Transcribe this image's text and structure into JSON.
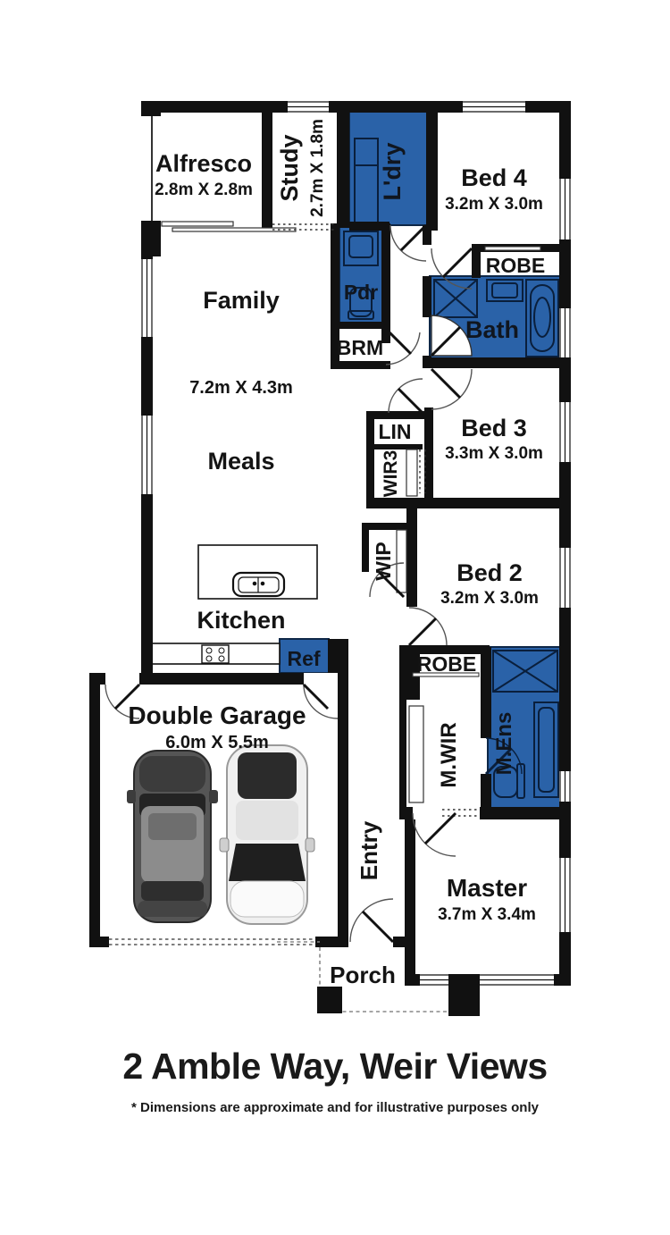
{
  "title": "2 Amble Way, Weir Views",
  "disclaimer": "* Dimensions are approximate and for illustrative purposes only",
  "colors": {
    "wet_area_blue": "#2a62a8",
    "wall_black": "#111111",
    "background": "#ffffff"
  },
  "rooms": {
    "alfresco": {
      "name": "Alfresco",
      "dims": "2.8m X 2.8m"
    },
    "study": {
      "name": "Study",
      "dims": "2.7m X 1.8m"
    },
    "laundry": {
      "name": "L'dry"
    },
    "bed4": {
      "name": "Bed 4",
      "dims": "3.2m X 3.0m"
    },
    "robe_bed4": {
      "name": "ROBE"
    },
    "bath": {
      "name": "Bath"
    },
    "powder": {
      "name": "Pdr"
    },
    "broom": {
      "name": "BRM"
    },
    "family": {
      "name": "Family",
      "dims": "7.2m X 4.3m"
    },
    "meals": {
      "name": "Meals"
    },
    "linen": {
      "name": "LIN"
    },
    "wir3": {
      "name": "WIR3"
    },
    "bed3": {
      "name": "Bed 3",
      "dims": "3.3m X 3.0m"
    },
    "wip": {
      "name": "WIP"
    },
    "bed2": {
      "name": "Bed 2",
      "dims": "3.2m X 3.0m"
    },
    "kitchen": {
      "name": "Kitchen"
    },
    "fridge": {
      "name": "Ref"
    },
    "robe_bed2": {
      "name": "ROBE"
    },
    "mwir": {
      "name": "M.WIR"
    },
    "mens": {
      "name": "M.Ens"
    },
    "garage": {
      "name": "Double Garage",
      "dims": "6.0m X 5.5m"
    },
    "entry": {
      "name": "Entry"
    },
    "master": {
      "name": "Master",
      "dims": "3.7m X 3.4m"
    },
    "porch": {
      "name": "Porch"
    }
  }
}
